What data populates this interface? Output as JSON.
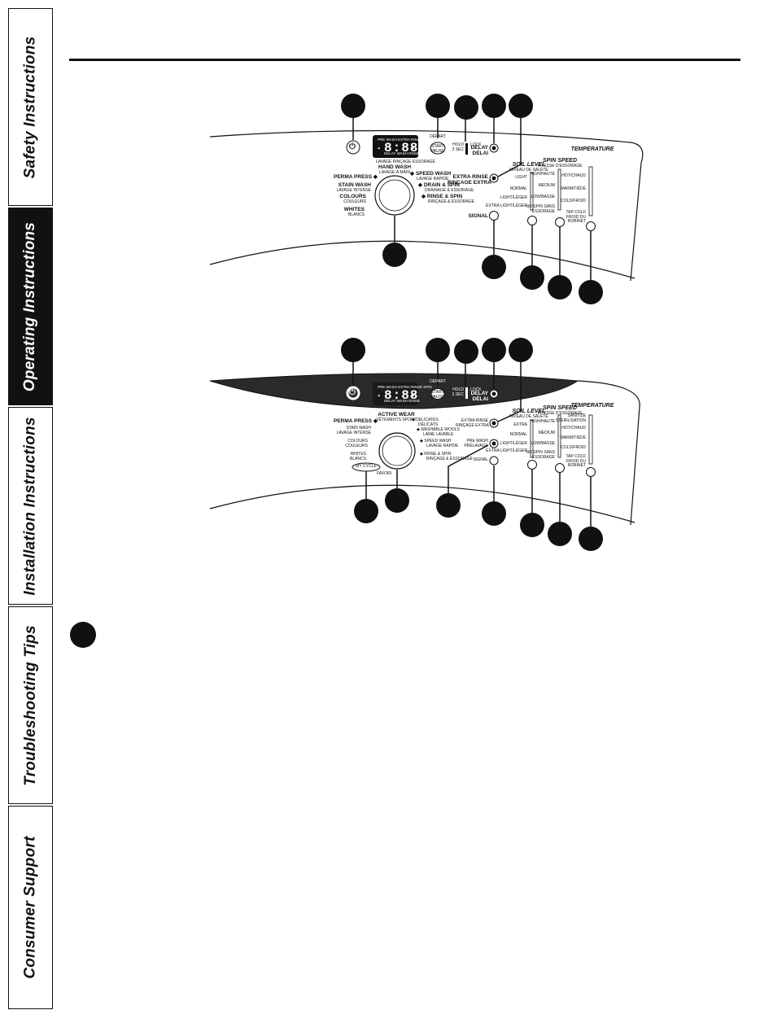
{
  "sidebar": {
    "tabs": [
      {
        "label": "Safety Instructions",
        "active": false
      },
      {
        "label": "Operating Instructions",
        "active": true
      },
      {
        "label": "Installation Instructions",
        "active": false
      },
      {
        "label": "Troubleshooting Tips",
        "active": false
      },
      {
        "label": "Consumer Support",
        "active": false
      }
    ]
  },
  "panel_top": {
    "display": {
      "top": "PRE WASH  EXTRA RINSE  SPIN",
      "digits": "8:88",
      "bottom": "DELAY  WASH  RINSE"
    },
    "display_caption": "LAVAGE  RINÇAGE  ESSORAGE",
    "start": {
      "label": "START",
      "sub": "PAUSE"
    },
    "start_caption": "DÉPART",
    "lid_lock": {
      "line1": "HOLD",
      "line2": "3 SEC",
      "line3": "LOCK"
    },
    "delay": {
      "line1": "DELAY",
      "line2": "DÉLAI"
    },
    "extra_rinse": {
      "line1": "EXTRA RINSE",
      "line2": "RINÇAGE EXTRA"
    },
    "signal": "SIGNAL",
    "cycles_left": [
      {
        "name": "PERMA PRESS",
        "sub": ""
      },
      {
        "name": "STAIN WASH",
        "sub": "LAVAGE INTENSE"
      },
      {
        "name": "COLOURS",
        "sub": "COULEURS"
      },
      {
        "name": "WHITES",
        "sub": "BLANCS"
      }
    ],
    "cycles_top": {
      "name": "HAND WASH",
      "sub": "LAVAGE À MAIN"
    },
    "cycles_right": [
      {
        "name": "SPEED WASH",
        "sub": "LAVAGE RAPIDE"
      },
      {
        "name": "DRAIN & SPIN",
        "sub": "DRAINAGE & ESSORAGE"
      },
      {
        "name": "RINSE & SPIN",
        "sub": "RINÇAGE & ESSORAGE"
      }
    ],
    "soil_level": {
      "title": "SOIL LEVEL",
      "subtitle": "NIVEAU DE SALETÉ",
      "options": [
        "LIGHT",
        "NORMAL",
        "LIGHT/LÉGER",
        "EXTRA LIGHT/LÉGER"
      ]
    },
    "spin_speed": {
      "title": "SPIN SPEED",
      "subtitle": "VITESSE D'ESSORAGE",
      "options": [
        "HIGH/HAUTE",
        "MEDIUM",
        "LOW/BASSE",
        "NO SPIN SANS ESSORAGE"
      ]
    },
    "temperature": {
      "title": "TEMPERATURE",
      "subtitle": "",
      "options": [
        "HOT/CHAUD",
        "WARM/TIÈDE",
        "COLD/FROID",
        "TAP COLD FROID DU ROBINET"
      ]
    }
  },
  "panel_bottom": {
    "display": {
      "top": "PRE WASH  EXTRA RINSE  SPIN",
      "digits": "8:88",
      "bottom": "DELAY  WASH  RINSE"
    },
    "start": {
      "label": "START",
      "sub": "PAUSE"
    },
    "start_caption": "DÉPART",
    "lid_lock": {
      "line1": "HOLD",
      "line2": "3 SEC",
      "line3": "LOCK"
    },
    "delay": {
      "line1": "DELAY",
      "line2": "DÉLAI"
    },
    "extra_rinse": {
      "line1": "EXTRA RINSE",
      "line2": "RINÇAGE EXTRA"
    },
    "pre_wash": {
      "line1": "PRE WASH",
      "line2": "PRÉLAVAGE"
    },
    "signal": "SIGNAL",
    "my_cycle": "MY CYCLE",
    "my_cycle_sub": "FAVORI",
    "cycles_top": {
      "name": "ACTIVE WEAR",
      "sub": "VÊTEMENTS SPORT"
    },
    "cycles_left": [
      {
        "name": "PERMA PRESS",
        "sub": ""
      },
      {
        "name": "STAIN WASH",
        "sub": "LAVAGE INTENSE"
      },
      {
        "name": "COLOURS",
        "sub": "COULEURS"
      },
      {
        "name": "WHITES",
        "sub": "BLANCS"
      }
    ],
    "cycles_right": [
      {
        "name": "DELICATES",
        "sub": "DÉLICATS"
      },
      {
        "name": "WASHABLE WOOLS",
        "sub": "LAINE LAVABLE"
      },
      {
        "name": "SPEED WASH",
        "sub": "LAVAGE RAPIDE"
      },
      {
        "name": "RINSE & SPIN",
        "sub": "RINÇAGE & ESSORAGE"
      }
    ],
    "soil_level": {
      "title": "SOIL LEVEL",
      "subtitle": "NIVEAU DE SALETÉ",
      "options": [
        "EXTRA",
        "NORMAL",
        "LIGHT/LÉGER",
        "EXTRA LIGHT/LÉGER"
      ]
    },
    "spin_speed": {
      "title": "SPIN SPEED",
      "subtitle": "VITESSE D'ESSORAGE",
      "options": [
        "HIGH/HAUTE",
        "MEDIUM",
        "LOW/BASSE",
        "NO SPIN SANS ESSORAGE"
      ]
    },
    "temperature": {
      "title": "TEMPERATURE",
      "subtitle": "",
      "options": [
        "SANITIZE STERILISATION",
        "HOT/CHAUD",
        "WARM/TIÈDE",
        "COLD/FROID",
        "TAP COLD FROID DU ROBINET"
      ]
    }
  }
}
